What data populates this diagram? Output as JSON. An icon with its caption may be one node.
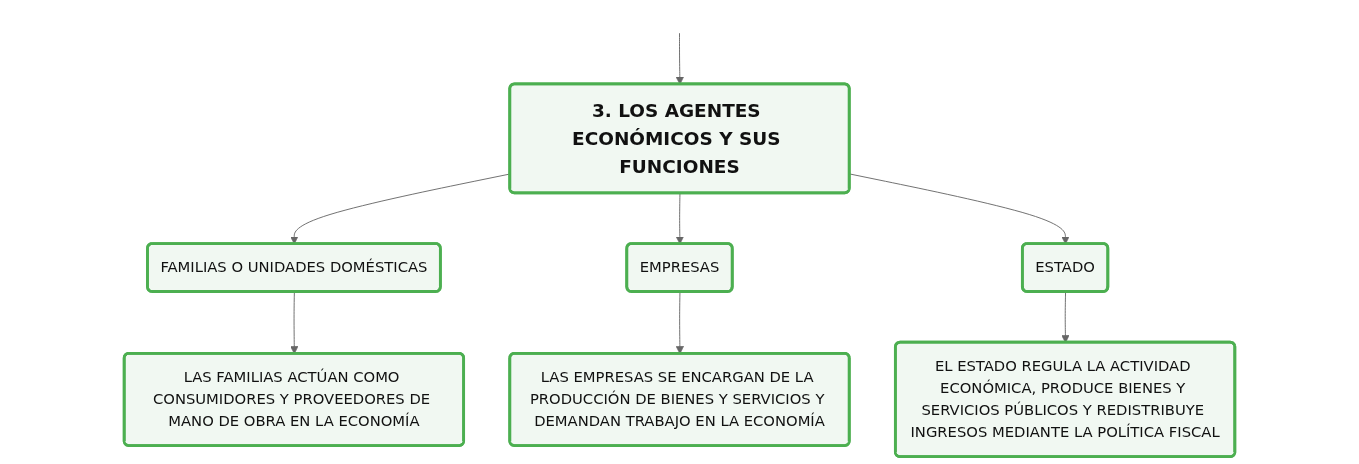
{
  "diagram": {
    "nodes": [
      {
        "text": [
          "3. LOS AGENTES ECONÓMICOS Y SUS FUNCIONES"
        ]
      },
      {
        "text": [
          "FAMILIAS O UNIDADES DOMÉSTICAS"
        ]
      },
      {
        "text": [
          "EMPRESAS"
        ]
      },
      {
        "text": [
          "ESTADO"
        ]
      },
      {
        "text": [
          "LAS FAMILIAS ACTÚAN COMO CONSUMIDORES Y PROVEEDORES DE MANO DE OBRA EN LA ECONOMÍA"
        ]
      },
      {
        "text": [
          "LAS EMPRESAS SE ENCARGAN DE LA PRODUCCIÓN DE BIENES Y SERVICIOS Y DEMANDAN TRABAJO EN LA ECONOMÍA"
        ]
      },
      {
        "text": [
          "EL ESTADO REGULA LA ACTIVIDAD ECONÓMICA, PRODUCE BIENES Y SERVICIOS PÚBLICOS Y REDISTRIBUYE INGRESOS MEDIANTE LA POLÍTICA FISCAL"
        ]
      }
    ],
    "edges": [
      {
        "from": null,
        "to": 0,
        "arrow": "to"
      },
      {
        "from": 0,
        "to": 1,
        "arrow": "to"
      },
      {
        "from": 0,
        "to": 2,
        "arrow": "to"
      },
      {
        "from": 0,
        "to": 3,
        "arrow": "to"
      },
      {
        "from": 1,
        "to": 4,
        "arrow": "to"
      },
      {
        "from": 2,
        "to": 5,
        "arrow": "to"
      },
      {
        "from": 3,
        "to": 6,
        "arrow": "to"
      }
    ]
  }
}
